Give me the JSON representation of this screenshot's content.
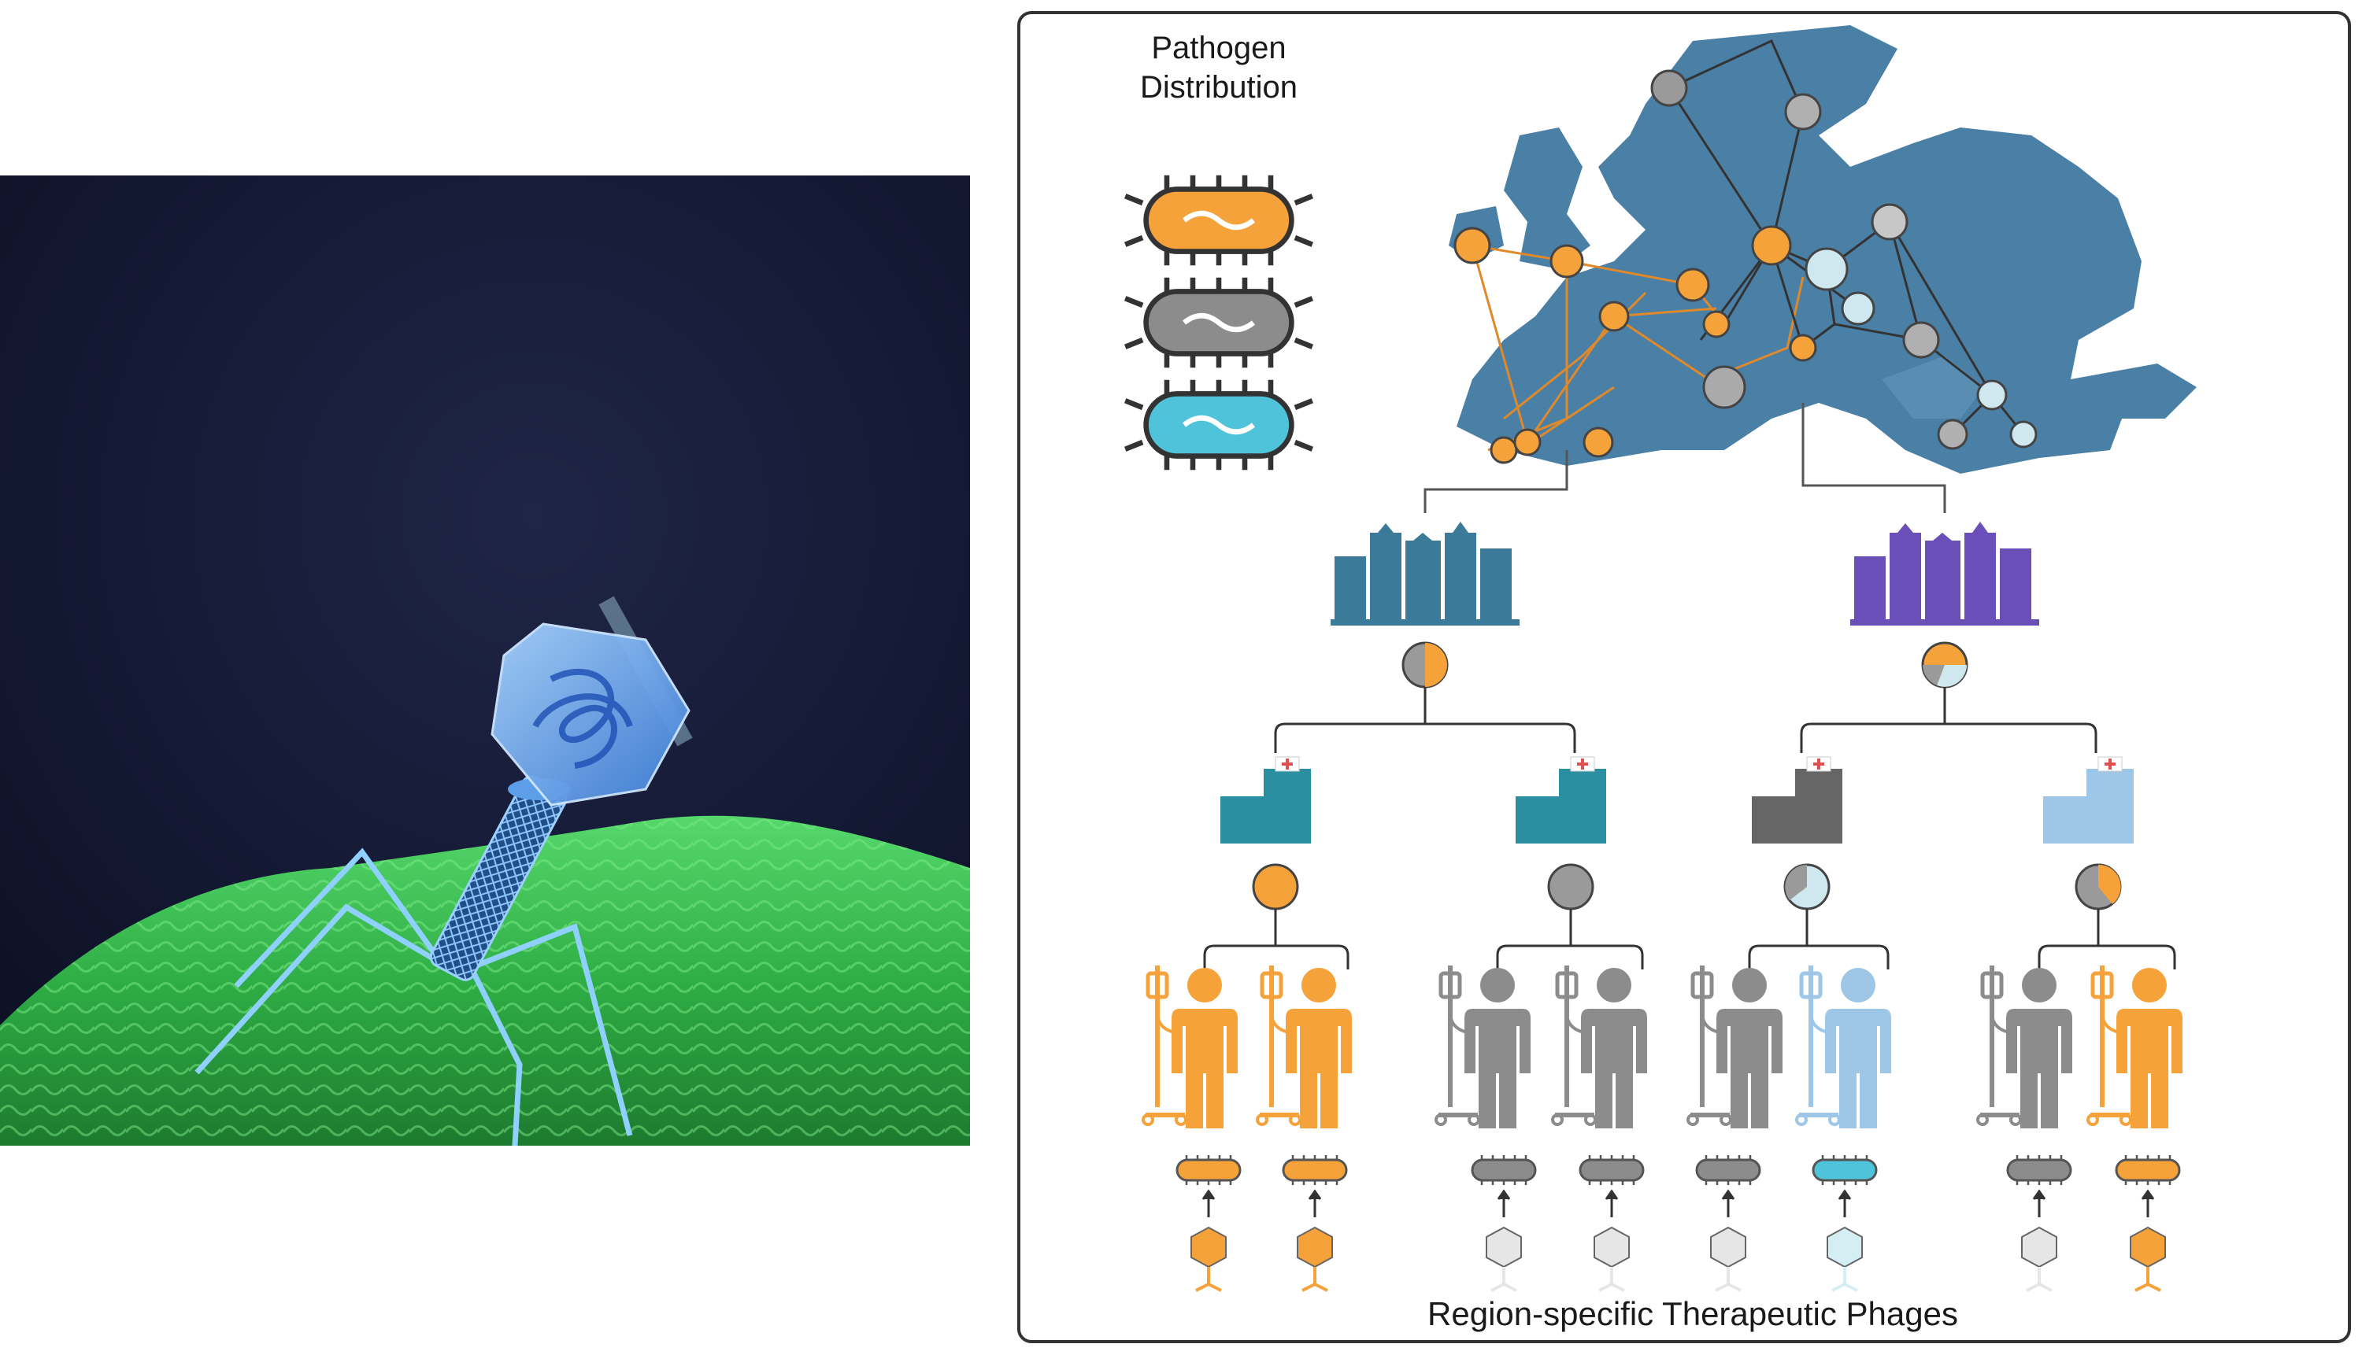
{
  "diagram": {
    "title_line1": "Pathogen",
    "title_line2": "Distribution",
    "footer": "Region-specific Therapeutic Phages",
    "colors": {
      "orange": "#f5a23a",
      "gray": "#8c8c8c",
      "cyan": "#4fc3da",
      "light_blue": "#9ec6e6",
      "map_blue": "#4a7fa6",
      "city_blue": "#3b7a99",
      "city_purple": "#6a4fb8",
      "frame": "#333333"
    },
    "legend": [
      "orange-bacterium-icon",
      "gray-bacterium-icon",
      "cyan-bacterium-icon"
    ],
    "cities": [
      {
        "color": "city_blue",
        "pie": [
          "gray",
          "orange"
        ]
      },
      {
        "color": "city_purple",
        "pie": [
          "orange",
          "gray",
          "light_blue"
        ]
      }
    ],
    "hospitals": [
      {
        "color": "city_blue",
        "pie": [
          "orange"
        ]
      },
      {
        "color": "city_blue",
        "pie": [
          "gray"
        ]
      },
      {
        "color": "gray",
        "pie": [
          "gray",
          "light_blue"
        ]
      },
      {
        "color": "light_blue",
        "pie": [
          "orange",
          "gray"
        ]
      }
    ],
    "patients": [
      "orange",
      "orange",
      "gray",
      "gray",
      "gray",
      "light_blue",
      "gray",
      "orange"
    ],
    "pathogens": [
      "orange",
      "orange",
      "gray",
      "gray",
      "gray",
      "cyan",
      "gray",
      "orange"
    ],
    "phages": [
      "orange",
      "orange",
      "light_gray",
      "light_gray",
      "light_gray",
      "light_cyan",
      "light_gray",
      "orange"
    ]
  }
}
